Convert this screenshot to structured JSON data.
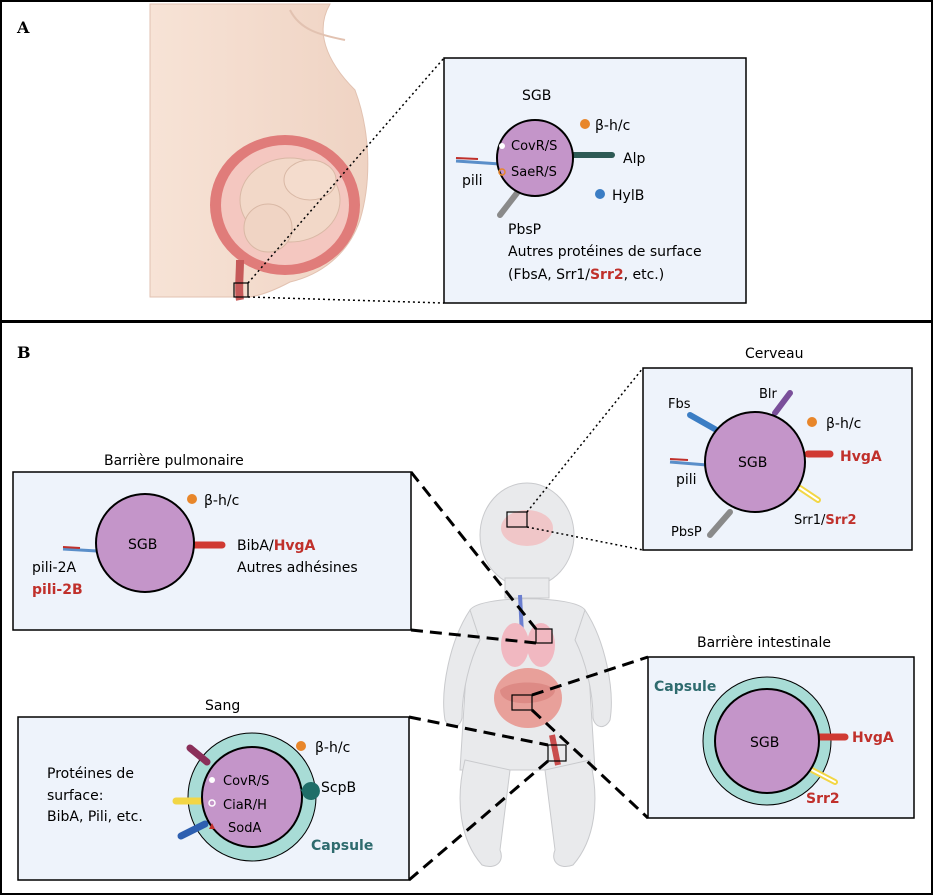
{
  "panel_a": {
    "letter": "A",
    "box": {
      "title": "SGB",
      "regulators": [
        "CovR/S",
        "SaeR/S"
      ],
      "beta_hc": "β-h/c",
      "alp": "Alp",
      "pili": "pili",
      "hylb": "HylB",
      "pbsp": "PbsP",
      "surface_line1": "Autres protéines de surface",
      "surface_line2_a": "(FbsA, Srr1/",
      "surface_line2_b": "Srr2",
      "surface_line2_c": ", etc.)"
    }
  },
  "panel_b": {
    "letter": "B",
    "brain": {
      "title": "Cerveau",
      "sgb": "SGB",
      "fbs": "Fbs",
      "blr": "Blr",
      "beta_hc": "β-h/c",
      "hvga": "HvgA",
      "pili": "pili",
      "pbsp": "PbsP",
      "srr_a": "Srr1/",
      "srr_b": "Srr2"
    },
    "lung": {
      "title": "Barrière pulmonaire",
      "sgb": "SGB",
      "beta_hc": "β-h/c",
      "biba_a": "BibA/",
      "biba_b": "HvgA",
      "other": "Autres adhésines",
      "pili_2a": "pili-2A",
      "pili_2b": "pili-2B"
    },
    "intestine": {
      "title": "Barrière intestinale",
      "capsule": "Capsule",
      "sgb": "SGB",
      "hvga": "HvgA",
      "srr2": "Srr2"
    },
    "blood": {
      "title": "Sang",
      "beta_hc": "β-h/c",
      "scpb": "ScpB",
      "surface_line1": "Protéines de",
      "surface_line2": "surface:",
      "surface_line3": "BibA, Pili, etc.",
      "regulators": [
        "CovR/S",
        "CiaR/H",
        "SodA"
      ],
      "capsule": "Capsule"
    }
  },
  "colors": {
    "box_bg": "#eef3fb",
    "bacterium": "#c495c9",
    "capsule": "#a8dcd6",
    "red_label": "#c0302b",
    "capsule_label": "#2e6b6e",
    "orange": "#e8862a",
    "blue_dot": "#3b7dc4"
  }
}
